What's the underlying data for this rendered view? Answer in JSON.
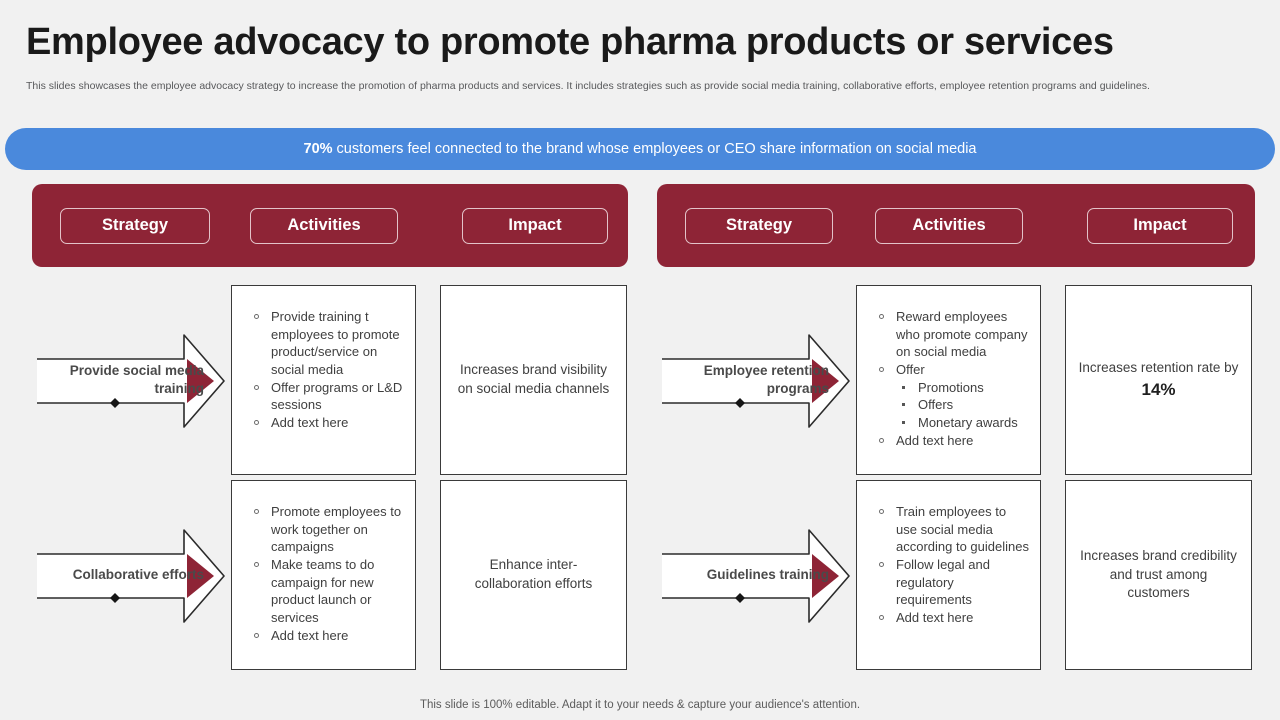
{
  "page": {
    "title": "Employee advocacy to promote pharma products or services",
    "subtitle": "This slides showcases the employee advocacy strategy to increase the promotion of pharma products and services. It includes strategies such as provide social media training, collaborative efforts, employee retention programs and guidelines.",
    "footer": "This slide is 100% editable. Adapt it to your needs & capture your audience's attention.",
    "colors": {
      "background": "#f1f1f1",
      "accent_maroon": "#8e2436",
      "banner_blue": "#4a89dc",
      "card_border": "#3a3a3a",
      "text": "#404040"
    }
  },
  "banner": {
    "highlight": "70%",
    "text": "customers feel connected to the brand whose employees or CEO share information on social media"
  },
  "panels": [
    {
      "id": "left",
      "tabs": [
        {
          "label": "Strategy"
        },
        {
          "label": "Activities"
        },
        {
          "label": "Impact"
        }
      ],
      "rows": [
        {
          "strategy": "Provide social media training",
          "activities": [
            {
              "text": "Provide training t employees to promote product/service on social media",
              "sub": []
            },
            {
              "text": "Offer programs or L&D sessions",
              "sub": []
            },
            {
              "text": "Add text here",
              "sub": []
            }
          ],
          "impact": "Increases brand visibility on social media channels",
          "impact_big": ""
        },
        {
          "strategy": "Collaborative efforts",
          "activities": [
            {
              "text": "Promote employees to work together on campaigns",
              "sub": []
            },
            {
              "text": "Make teams to do campaign for new product launch or services",
              "sub": []
            },
            {
              "text": "Add text here",
              "sub": []
            }
          ],
          "impact": "Enhance inter-collaboration efforts",
          "impact_big": ""
        }
      ]
    },
    {
      "id": "right",
      "tabs": [
        {
          "label": "Strategy"
        },
        {
          "label": "Activities"
        },
        {
          "label": "Impact"
        }
      ],
      "rows": [
        {
          "strategy": "Employee retention programs",
          "activities": [
            {
              "text": "Reward employees who promote company on social media",
              "sub": []
            },
            {
              "text": "Offer",
              "sub": [
                "Promotions",
                "Offers",
                "Monetary awards"
              ]
            },
            {
              "text": "Add text here",
              "sub": []
            }
          ],
          "impact": "Increases retention rate by ",
          "impact_big": "14%"
        },
        {
          "strategy": "Guidelines training",
          "activities": [
            {
              "text": "Train employees to use social media according to guidelines",
              "sub": []
            },
            {
              "text": "Follow legal and regulatory requirements",
              "sub": []
            },
            {
              "text": "Add text here",
              "sub": []
            }
          ],
          "impact": "Increases brand credibility and trust among customers",
          "impact_big": ""
        }
      ]
    }
  ]
}
